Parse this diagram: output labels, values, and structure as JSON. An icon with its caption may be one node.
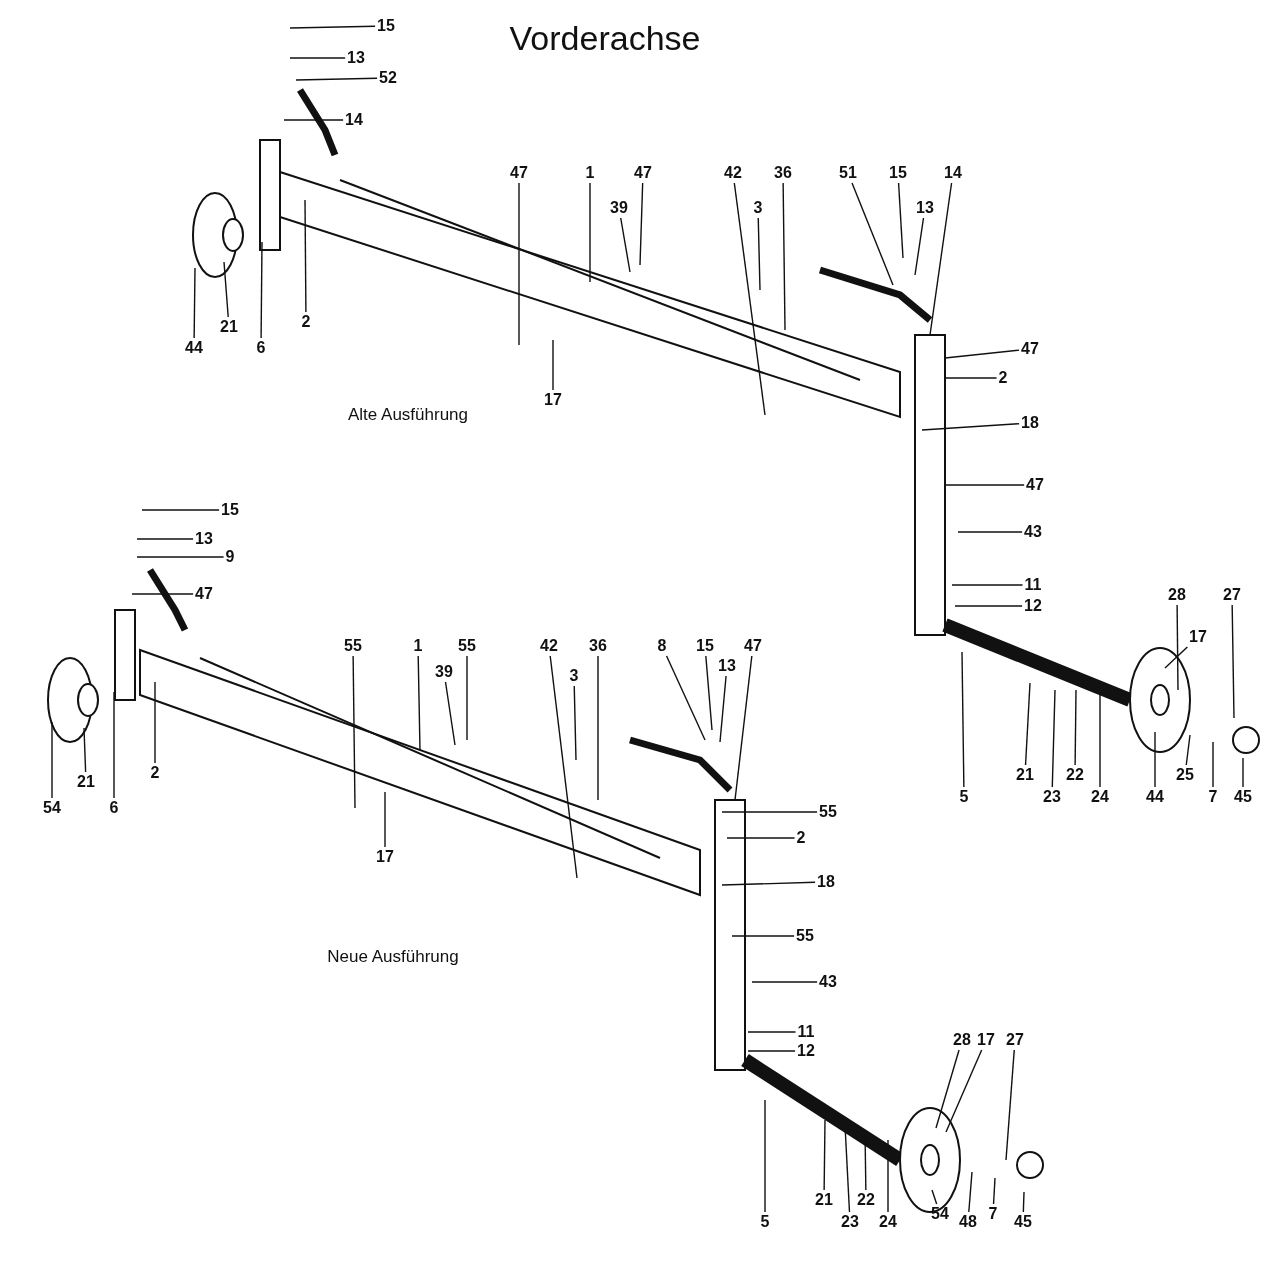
{
  "diagram": {
    "title": "Vorderachse",
    "nodes": [
      {
        "text": [
          "15"
        ]
      },
      {
        "text": [
          "13"
        ]
      },
      {
        "text": [
          "52"
        ]
      },
      {
        "text": [
          "14"
        ]
      },
      {
        "text": [
          "47"
        ]
      },
      {
        "text": [
          "1"
        ]
      },
      {
        "text": [
          "47"
        ]
      },
      {
        "text": [
          "39"
        ]
      },
      {
        "text": [
          "42"
        ]
      },
      {
        "text": [
          "36"
        ]
      },
      {
        "text": [
          "3"
        ]
      },
      {
        "text": [
          "51"
        ]
      },
      {
        "text": [
          "15"
        ]
      },
      {
        "text": [
          "13"
        ]
      },
      {
        "text": [
          "14"
        ]
      },
      {
        "text": [
          "47"
        ]
      },
      {
        "text": [
          "2"
        ]
      },
      {
        "text": [
          "18"
        ]
      },
      {
        "text": [
          "47"
        ]
      },
      {
        "text": [
          "43"
        ]
      },
      {
        "text": [
          "11"
        ]
      },
      {
        "text": [
          "12"
        ]
      },
      {
        "text": [
          "28"
        ]
      },
      {
        "text": [
          "27"
        ]
      },
      {
        "text": [
          "17"
        ]
      },
      {
        "text": [
          "5"
        ]
      },
      {
        "text": [
          "21"
        ]
      },
      {
        "text": [
          "23"
        ]
      },
      {
        "text": [
          "22"
        ]
      },
      {
        "text": [
          "24"
        ]
      },
      {
        "text": [
          "44"
        ]
      },
      {
        "text": [
          "25"
        ]
      },
      {
        "text": [
          "7"
        ]
      },
      {
        "text": [
          "45"
        ]
      },
      {
        "text": [
          "44"
        ]
      },
      {
        "text": [
          "21"
        ]
      },
      {
        "text": [
          "6"
        ]
      },
      {
        "text": [
          "2"
        ]
      },
      {
        "text": [
          "17"
        ]
      },
      {
        "text": [
          "15"
        ]
      },
      {
        "text": [
          "13"
        ]
      },
      {
        "text": [
          "9"
        ]
      },
      {
        "text": [
          "47"
        ]
      },
      {
        "text": [
          "54"
        ]
      },
      {
        "text": [
          "21"
        ]
      },
      {
        "text": [
          "6"
        ]
      },
      {
        "text": [
          "2"
        ]
      },
      {
        "text": [
          "55"
        ]
      },
      {
        "text": [
          "1"
        ]
      },
      {
        "text": [
          "55"
        ]
      },
      {
        "text": [
          "39"
        ]
      },
      {
        "text": [
          "42"
        ]
      },
      {
        "text": [
          "36"
        ]
      },
      {
        "text": [
          "3"
        ]
      },
      {
        "text": [
          "17"
        ]
      },
      {
        "text": [
          "8"
        ]
      },
      {
        "text": [
          "15"
        ]
      },
      {
        "text": [
          "13"
        ]
      },
      {
        "text": [
          "47"
        ]
      },
      {
        "text": [
          "55"
        ]
      },
      {
        "text": [
          "2"
        ]
      },
      {
        "text": [
          "18"
        ]
      },
      {
        "text": [
          "55"
        ]
      },
      {
        "text": [
          "43"
        ]
      },
      {
        "text": [
          "11"
        ]
      },
      {
        "text": [
          "12"
        ]
      },
      {
        "text": [
          "28"
        ]
      },
      {
        "text": [
          "17"
        ]
      },
      {
        "text": [
          "27"
        ]
      },
      {
        "text": [
          "5"
        ]
      },
      {
        "text": [
          "21"
        ]
      },
      {
        "text": [
          "23"
        ]
      },
      {
        "text": [
          "22"
        ]
      },
      {
        "text": [
          "24"
        ]
      },
      {
        "text": [
          "54"
        ]
      },
      {
        "text": [
          "48"
        ]
      },
      {
        "text": [
          "7"
        ]
      },
      {
        "text": [
          "45"
        ]
      }
    ],
    "edges": [
      {
        "from": 0,
        "to": null,
        "arrow": "none"
      },
      {
        "from": 1,
        "to": null,
        "arrow": "none"
      },
      {
        "from": 2,
        "to": null,
        "arrow": "none"
      },
      {
        "from": 3,
        "to": null,
        "arrow": "none"
      },
      {
        "from": 4,
        "to": null,
        "arrow": "none"
      },
      {
        "from": 5,
        "to": null,
        "arrow": "none"
      },
      {
        "from": 6,
        "to": null,
        "arrow": "none"
      },
      {
        "from": 7,
        "to": null,
        "arrow": "none"
      },
      {
        "from": 8,
        "to": null,
        "arrow": "none"
      },
      {
        "from": 9,
        "to": null,
        "arrow": "none"
      },
      {
        "from": 10,
        "to": null,
        "arrow": "none"
      },
      {
        "from": 11,
        "to": null,
        "arrow": "none"
      },
      {
        "from": 12,
        "to": null,
        "arrow": "none"
      },
      {
        "from": 13,
        "to": null,
        "arrow": "none"
      },
      {
        "from": 14,
        "to": null,
        "arrow": "none"
      },
      {
        "from": 15,
        "to": null,
        "arrow": "none"
      },
      {
        "from": 16,
        "to": null,
        "arrow": "none"
      },
      {
        "from": 17,
        "to": null,
        "arrow": "none"
      },
      {
        "from": 18,
        "to": null,
        "arrow": "none"
      },
      {
        "from": 19,
        "to": null,
        "arrow": "none"
      },
      {
        "from": 20,
        "to": null,
        "arrow": "none"
      },
      {
        "from": 21,
        "to": null,
        "arrow": "none"
      },
      {
        "from": 22,
        "to": null,
        "arrow": "none"
      },
      {
        "from": 23,
        "to": null,
        "arrow": "none"
      },
      {
        "from": 24,
        "to": null,
        "arrow": "none"
      },
      {
        "from": 25,
        "to": null,
        "arrow": "none"
      },
      {
        "from": 26,
        "to": null,
        "arrow": "none"
      },
      {
        "from": 27,
        "to": null,
        "arrow": "none"
      },
      {
        "from": 28,
        "to": null,
        "arrow": "none"
      },
      {
        "from": 29,
        "to": null,
        "arrow": "none"
      },
      {
        "from": 30,
        "to": null,
        "arrow": "none"
      },
      {
        "from": 31,
        "to": null,
        "arrow": "none"
      },
      {
        "from": 32,
        "to": null,
        "arrow": "none"
      },
      {
        "from": 33,
        "to": null,
        "arrow": "none"
      },
      {
        "from": 34,
        "to": null,
        "arrow": "none"
      },
      {
        "from": 35,
        "to": null,
        "arrow": "none"
      },
      {
        "from": 36,
        "to": null,
        "arrow": "none"
      },
      {
        "from": 37,
        "to": null,
        "arrow": "none"
      },
      {
        "from": 38,
        "to": null,
        "arrow": "none"
      },
      {
        "from": 39,
        "to": null,
        "arrow": "none"
      },
      {
        "from": 40,
        "to": null,
        "arrow": "none"
      },
      {
        "from": 41,
        "to": null,
        "arrow": "none"
      },
      {
        "from": 42,
        "to": null,
        "arrow": "none"
      },
      {
        "from": 43,
        "to": null,
        "arrow": "none"
      },
      {
        "from": 44,
        "to": null,
        "arrow": "none"
      },
      {
        "from": 45,
        "to": null,
        "arrow": "none"
      },
      {
        "from": 46,
        "to": null,
        "arrow": "none"
      },
      {
        "from": 47,
        "to": null,
        "arrow": "none"
      },
      {
        "from": 48,
        "to": null,
        "arrow": "none"
      },
      {
        "from": 49,
        "to": null,
        "arrow": "none"
      },
      {
        "from": 50,
        "to": null,
        "arrow": "none"
      },
      {
        "from": 51,
        "to": null,
        "arrow": "none"
      },
      {
        "from": 52,
        "to": null,
        "arrow": "none"
      },
      {
        "from": 53,
        "to": null,
        "arrow": "none"
      },
      {
        "from": 54,
        "to": null,
        "arrow": "none"
      },
      {
        "from": 55,
        "to": null,
        "arrow": "none"
      },
      {
        "from": 56,
        "to": null,
        "arrow": "none"
      },
      {
        "from": 57,
        "to": null,
        "arrow": "none"
      },
      {
        "from": 58,
        "to": null,
        "arrow": "none"
      },
      {
        "from": 59,
        "to": null,
        "arrow": "none"
      },
      {
        "from": 60,
        "to": null,
        "arrow": "none"
      },
      {
        "from": 61,
        "to": null,
        "arrow": "none"
      },
      {
        "from": 62,
        "to": null,
        "arrow": "none"
      },
      {
        "from": 63,
        "to": null,
        "arrow": "none"
      },
      {
        "from": 64,
        "to": null,
        "arrow": "none"
      },
      {
        "from": 65,
        "to": null,
        "arrow": "none"
      },
      {
        "from": 66,
        "to": null,
        "arrow": "none"
      },
      {
        "from": 67,
        "to": null,
        "arrow": "none"
      },
      {
        "from": 68,
        "to": null,
        "arrow": "none"
      },
      {
        "from": 69,
        "to": null,
        "arrow": "none"
      },
      {
        "from": 70,
        "to": null,
        "arrow": "none"
      },
      {
        "from": 71,
        "to": null,
        "arrow": "none"
      },
      {
        "from": 72,
        "to": null,
        "arrow": "none"
      },
      {
        "from": 73,
        "to": null,
        "arrow": "none"
      },
      {
        "from": 74,
        "to": null,
        "arrow": "none"
      },
      {
        "from": 75,
        "to": null,
        "arrow": "none"
      },
      {
        "from": 76,
        "to": null,
        "arrow": "none"
      },
      {
        "from": 77,
        "to": null,
        "arrow": "none"
      }
    ],
    "labels": [
      "Alte Ausführung",
      "Neue Ausführung"
    ]
  }
}
